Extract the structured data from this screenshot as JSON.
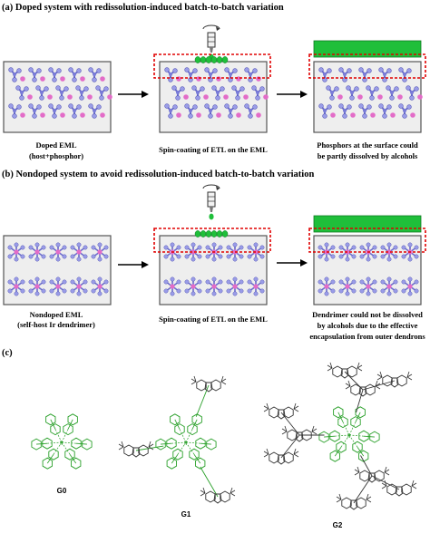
{
  "panel_a": {
    "heading": "(a) Doped system with redissolution-induced batch-to-batch variation",
    "caption1_line1": "Doped EML",
    "caption1_line2": "(host+phosphor)",
    "caption2": "Spin-coating of ETL on the EML",
    "caption3_line1": "Phosphors at the surface could",
    "caption3_line2": "be partly dissolved by alcohols"
  },
  "panel_b": {
    "heading": "(b) Nondoped system to avoid redissolution-induced batch-to-batch variation",
    "caption1_line1": "Nondoped EML",
    "caption1_line2": "(self-host Ir dendrimer)",
    "caption2": "Spin-coating of ETL on the EML",
    "caption3_line1": "Dendrimer could not be dissolved",
    "caption3_line2": "by alcohols due to the effective",
    "caption3_line3": "encapsulation from outer dendrons"
  },
  "panel_c": {
    "heading": "(c)",
    "label_g0": "G0",
    "label_g1": "G1",
    "label_g2": "G2"
  },
  "colors": {
    "layer_fill": "#eeeeee",
    "layer_border": "#555555",
    "etl_green": "#1fbf3a",
    "dashed_red": "#e00000",
    "host_blue": "#9a9ce8",
    "phosphor_pink": "#e36cc8",
    "molecule_green": "#2aa02a",
    "molecule_gray": "#333333"
  }
}
